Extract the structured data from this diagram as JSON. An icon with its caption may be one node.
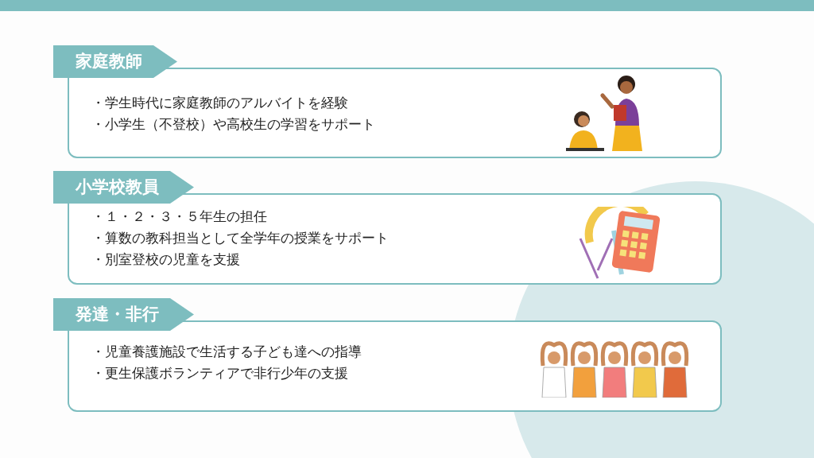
{
  "diagram": {
    "nodes": [
      {
        "text": [
          "家庭教師",
          "・学生時代に家庭教師のアルバイトを経験",
          "・小学生（不登校）や高校生の学習をサポート"
        ]
      },
      {
        "text": [
          "小学校教員",
          "・１・２・３・５年生の担任",
          "・算数の教科担当として全学年の授業をサポート",
          "・別室登校の児童を支援"
        ]
      },
      {
        "text": [
          "発達・非行",
          "・児童養護施設で生活する子ども達への指導",
          "・更生保護ボランティアで非行少年の支援"
        ]
      }
    ]
  }
}
